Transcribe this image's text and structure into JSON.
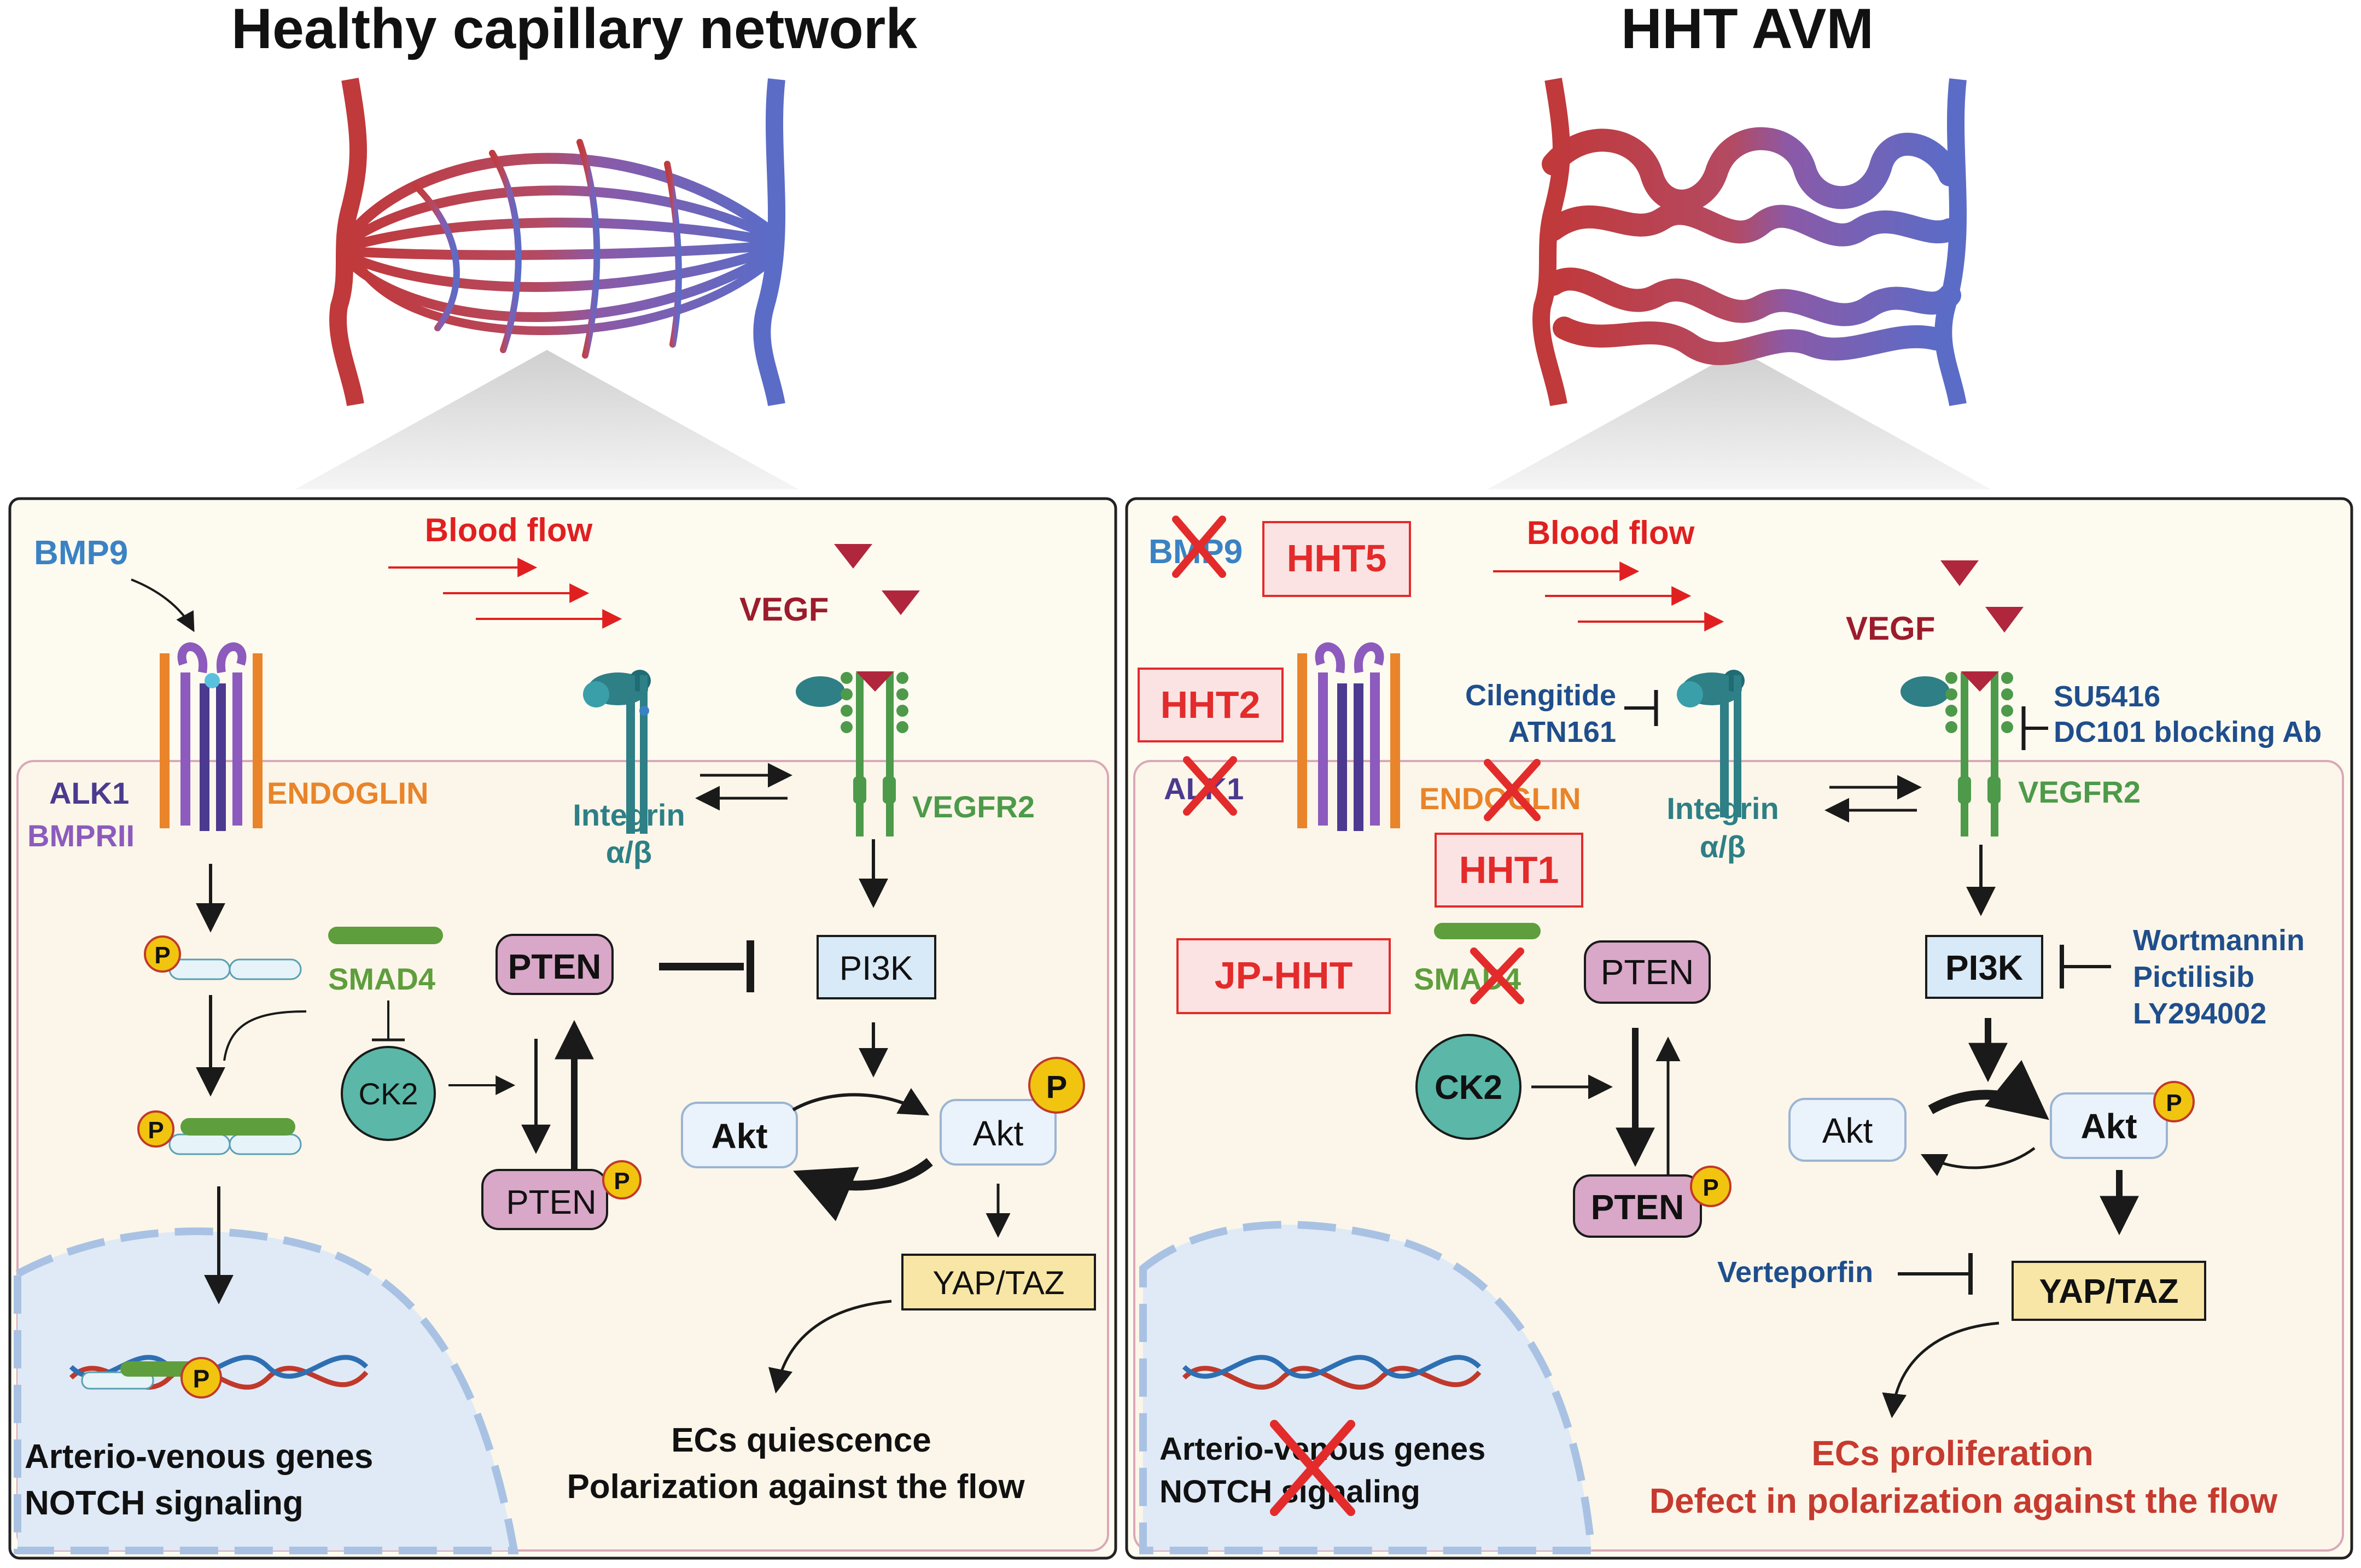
{
  "titles": {
    "left": "Healthy capillary network",
    "right": "HHT AVM"
  },
  "left_panel": {
    "bmp9": "BMP9",
    "blood_flow": "Blood flow",
    "vegf": "VEGF",
    "alk1": "ALK1",
    "bmprii": "BMPRII",
    "endoglin": "ENDOGLIN",
    "integrin_line1": "Integrin",
    "integrin_line2": "α/β",
    "vegfr2": "VEGFR2",
    "smad4": "SMAD4",
    "pten": "PTEN",
    "pi3k": "PI3K",
    "ck2": "CK2",
    "akt_left": "Akt",
    "akt_right": "Akt",
    "pten_p": "PTEN",
    "yap_taz": "YAP/TAZ",
    "phospho": "P",
    "genes_line1": "Arterio-venous genes",
    "genes_line2": "NOTCH signaling",
    "outcome_line1": "ECs quiescence",
    "outcome_line2": "Polarization against the flow"
  },
  "right_panel": {
    "bmp9": "BMP9",
    "hht5": "HHT5",
    "blood_flow": "Blood flow",
    "vegf": "VEGF",
    "hht2": "HHT2",
    "alk1": "ALK1",
    "endoglin": "ENDOGLIN",
    "hht1": "HHT1",
    "cilengitide": "Cilengitide",
    "atn161": "ATN161",
    "integrin_line1": "Integrin",
    "integrin_line2": "α/β",
    "su5416": "SU5416",
    "dc101": "DC101 blocking Ab",
    "vegfr2": "VEGFR2",
    "jp_hht": "JP-HHT",
    "smad4": "SMAD4",
    "pten": "PTEN",
    "pi3k": "PI3K",
    "wortmannin": "Wortmannin",
    "pictilisib": "Pictilisib",
    "ly294002": "LY294002",
    "ck2": "CK2",
    "akt_left": "Akt",
    "akt_right": "Akt",
    "pten_p": "PTEN",
    "verteporfin": "Verteporfin",
    "yap_taz": "YAP/TAZ",
    "phospho": "P",
    "genes_line1": "Arterio-venous genes",
    "genes_line2": "NOTCH signaling",
    "outcome_line1": "ECs proliferation",
    "outcome_line2": "Defect in polarization against the flow"
  },
  "colors": {
    "artery": "#c0393b",
    "vein": "#5b6cc7",
    "panel_fill": "#fdfaf0",
    "cell_border": "#d9a8b8",
    "nucleus": "#dfeaf6",
    "bmp9_blue": "#3b82c4",
    "flow_red": "#e02020",
    "vegf_dark_red": "#9b1c2c",
    "alk1_purple": "#4b3a8f",
    "bmprii_purple": "#8c5bbd",
    "endoglin_orange": "#e9842a",
    "integrin_teal": "#2e7f86",
    "vegfr2_green": "#4d9a4a",
    "smad4_green": "#5e9e3c",
    "pten_pink": "#d9a7c8",
    "pi3k_blue": "#d8e9f7",
    "ck2_teal": "#5bb7a8",
    "yap_yellow": "#f7e6a6",
    "phospho_yellow": "#f1c40f",
    "drug_blue": "#1f4e8c",
    "hht_red": "#e32b2b",
    "hht_box": "#fbe3e3",
    "outcome_red": "#c63a2f"
  }
}
